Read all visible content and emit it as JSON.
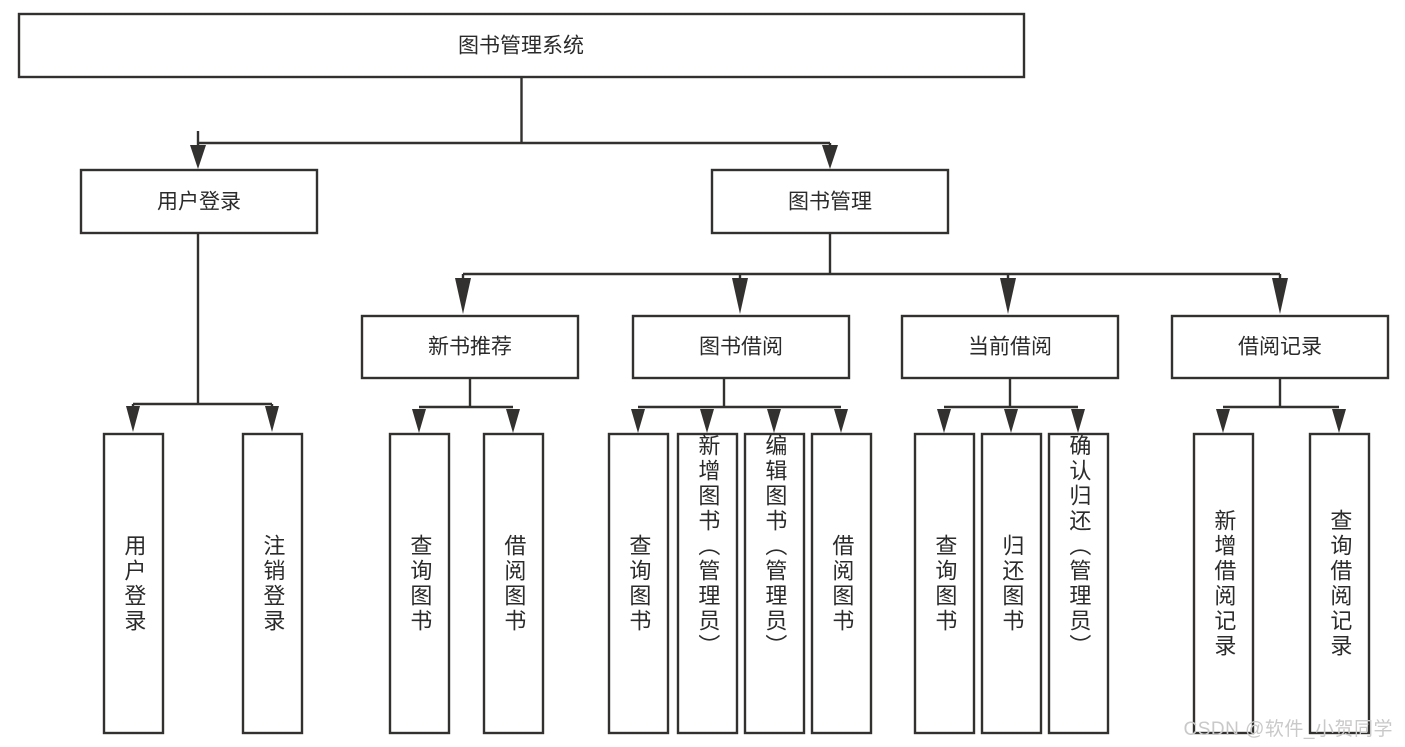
{
  "diagram": {
    "title": "图书管理系统",
    "type": "tree-hierarchy-diagram",
    "colors": {
      "box_stroke": "#33312f",
      "box_fill": "#ffffff",
      "text": "#2b2b2b",
      "background": "#ffffff",
      "watermark": "#c9c9c9"
    },
    "root": {
      "label": "图书管理系统"
    },
    "level2": [
      {
        "label": "用户登录"
      },
      {
        "label": "图书管理"
      }
    ],
    "level3": [
      {
        "label": "新书推荐"
      },
      {
        "label": "图书借阅"
      },
      {
        "label": "当前借阅"
      },
      {
        "label": "借阅记录"
      }
    ],
    "leaves": {
      "user_login": [
        {
          "label": "用户登录"
        },
        {
          "label": "注销登录"
        }
      ],
      "new_book_recommend": [
        {
          "label": "查询图书"
        },
        {
          "label": "借阅图书"
        }
      ],
      "book_borrow": [
        {
          "label": "查询图书"
        },
        {
          "label": "新增图书（管理员）"
        },
        {
          "label": "编辑图书（管理员）"
        },
        {
          "label": "借阅图书"
        }
      ],
      "current_borrow": [
        {
          "label": "查询图书"
        },
        {
          "label": "归还图书"
        },
        {
          "label": "确认归还（管理员）"
        }
      ],
      "borrow_record": [
        {
          "label": "新增借阅记录"
        },
        {
          "label": "查询借阅记录"
        }
      ]
    }
  },
  "watermark": {
    "text": "CSDN @软件_小贺同学"
  }
}
